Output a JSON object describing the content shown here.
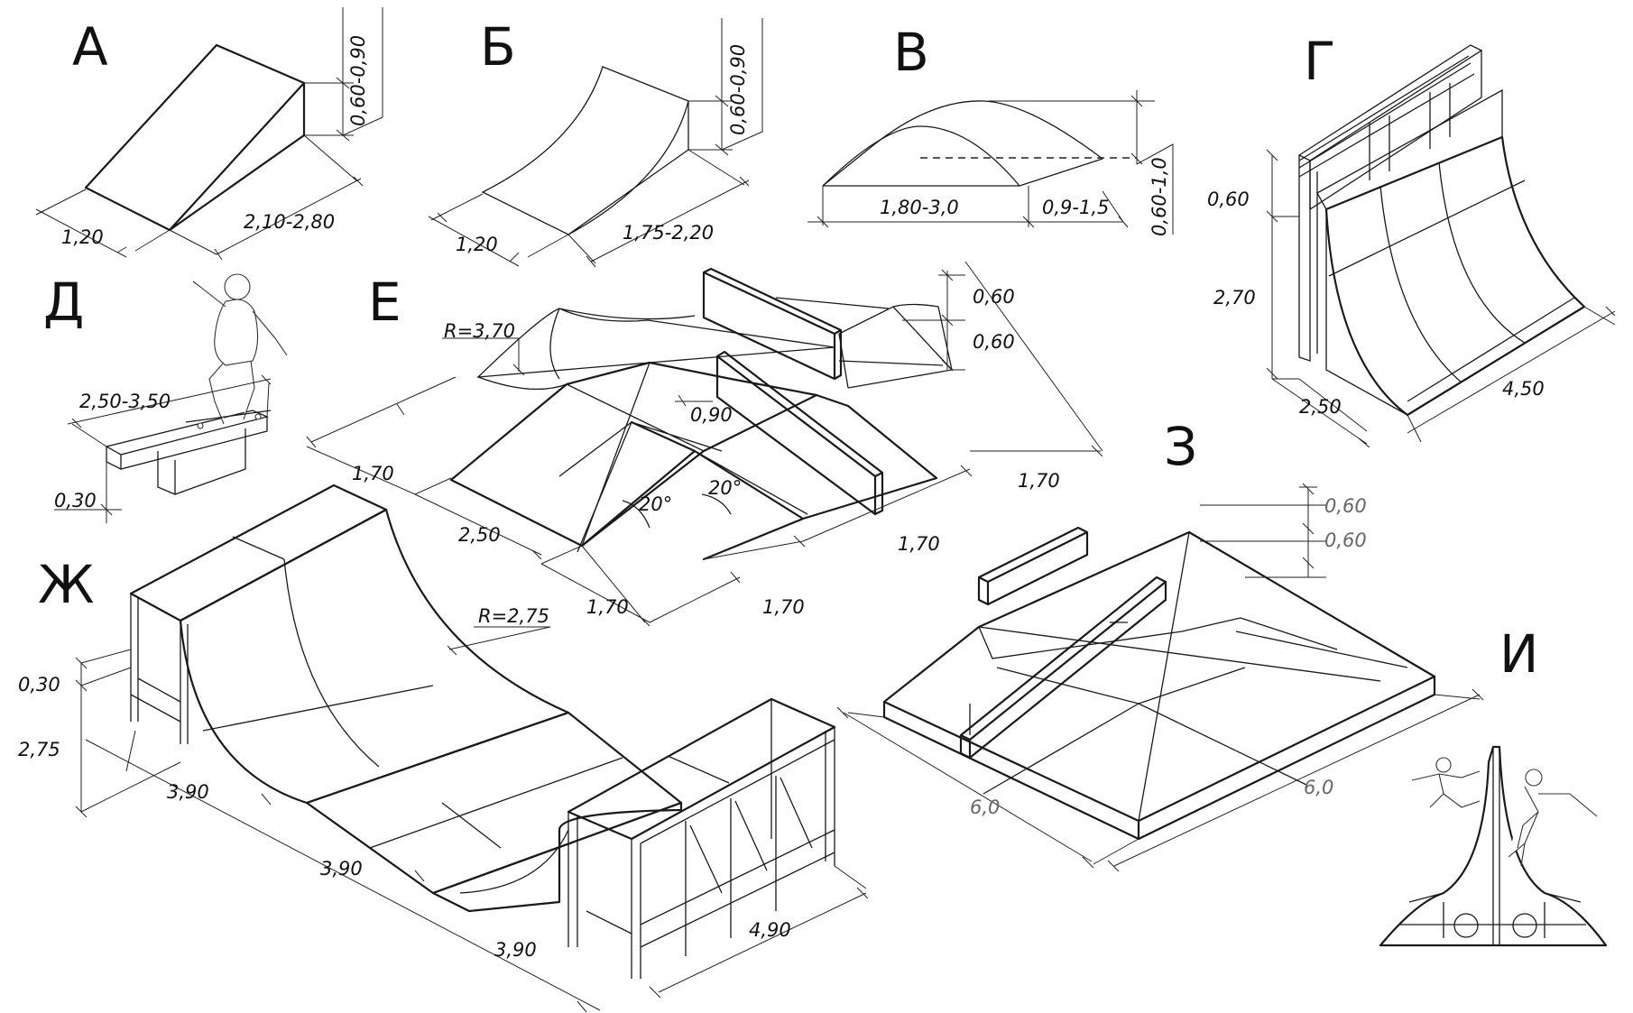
{
  "figures": {
    "A": {
      "letter": "А",
      "dims": {
        "width": "1,20",
        "length": "2,10-2,80",
        "height": "0,60-0,90"
      }
    },
    "B": {
      "letter": "Б",
      "dims": {
        "width": "1,20",
        "length": "1,75-2,20",
        "height": "0,60-0,90"
      }
    },
    "V": {
      "letter": "В",
      "dims": {
        "length": "1,80-3,0",
        "side": "0,9-1,5",
        "height": "0,60-1,0"
      }
    },
    "G": {
      "letter": "Г",
      "dims": {
        "deck": "0,60",
        "height": "2,70",
        "depth": "2,50",
        "width": "4,50"
      }
    },
    "D": {
      "letter": "Д",
      "dims": {
        "length": "2,50-3,50",
        "height": "0,30"
      }
    },
    "E": {
      "letter": "Е",
      "dims": {
        "radius": "R=3,70",
        "h1": "0,60",
        "h2": "0,60",
        "top": "0,90",
        "angle_left": "20°",
        "angle_right": "20°",
        "left_upper": "1,70",
        "left_mid": "2,50",
        "bottom_left": "1,70",
        "bottom_right": "1,70",
        "right_lower": "1,70",
        "right_upper": "1,70"
      }
    },
    "ZH": {
      "letter": "Ж",
      "dims": {
        "deck": "0,30",
        "height": "2,75",
        "radius": "R=2,75",
        "seg1": "3,90",
        "seg2": "3,90",
        "seg3": "3,90",
        "width": "4,90"
      }
    },
    "Z": {
      "letter": "З",
      "dims": {
        "h1": "0,60",
        "h2": "0,60",
        "left": "6,0",
        "right": "6,0"
      }
    },
    "I": {
      "letter": "И"
    }
  }
}
